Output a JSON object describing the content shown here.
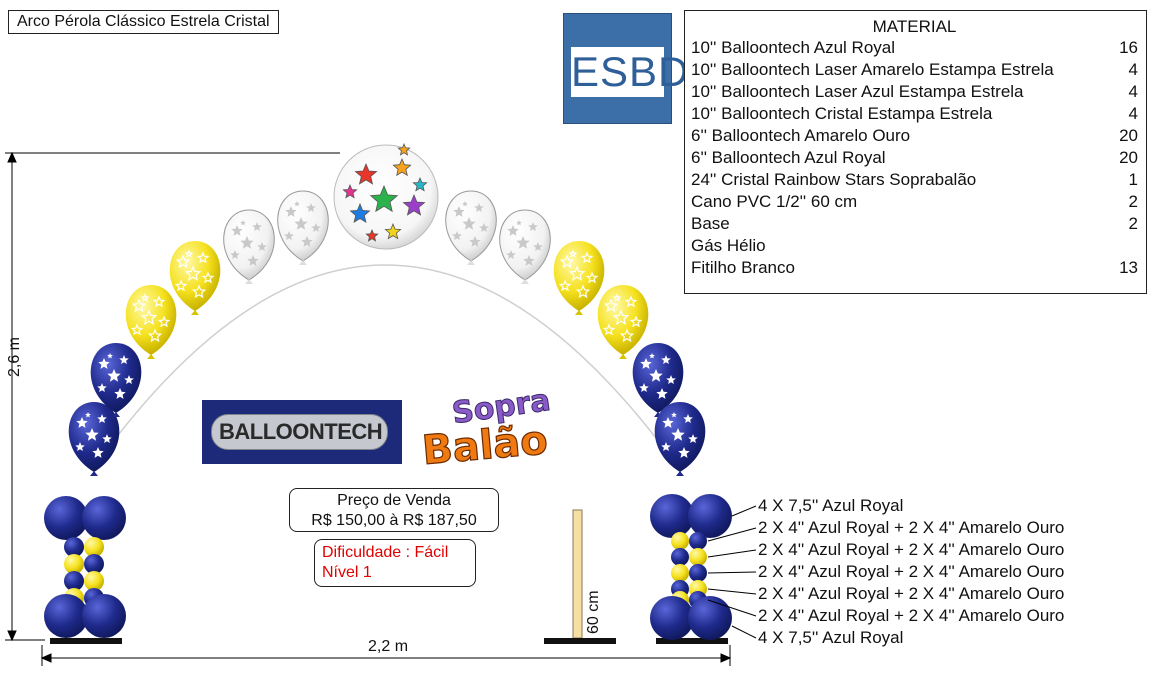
{
  "title": "Arco Pérola Clássico Estrela Cristal",
  "logo_text": "ESBD",
  "material": {
    "heading": "MATERIAL",
    "items": [
      {
        "name": "10'' Balloontech Azul Royal",
        "qty": "16"
      },
      {
        "name": "10'' Balloontech Laser Amarelo Estampa Estrela",
        "qty": "4"
      },
      {
        "name": "10'' Balloontech Laser Azul Estampa Estrela",
        "qty": "4"
      },
      {
        "name": "10'' Balloontech Cristal Estampa Estrela",
        "qty": "4"
      },
      {
        "name": "6'' Balloontech Amarelo Ouro",
        "qty": "20"
      },
      {
        "name": "6'' Balloontech Azul Royal",
        "qty": "20"
      },
      {
        "name": "24'' Cristal Rainbow Stars Soprabalão",
        "qty": "1"
      },
      {
        "name": "Cano PVC 1/2'' 60 cm",
        "qty": "2"
      },
      {
        "name": "Base",
        "qty": "2"
      },
      {
        "name": "Gás Hélio",
        "qty": ""
      },
      {
        "name": "Fitilho Branco",
        "qty": "13"
      }
    ]
  },
  "price": {
    "label": "Preço de Venda",
    "value": "R$ 150,00 à R$ 187,50"
  },
  "difficulty": {
    "label": "Dificuldade : Fácil",
    "level": "Nível 1"
  },
  "column_layers": [
    "4 X 7,5'' Azul Royal",
    "2 X 4'' Azul Royal + 2 X 4'' Amarelo Ouro",
    "2 X 4'' Azul Royal + 2 X 4'' Amarelo Ouro",
    "2 X 4'' Azul Royal + 2 X 4'' Amarelo Ouro",
    "2 X 4'' Azul Royal + 2 X 4'' Amarelo Ouro",
    "2 X 4'' Azul Royal + 2 X 4'' Amarelo Ouro",
    "4 X 7,5'' Azul Royal"
  ],
  "dimensions": {
    "height": "2,6 m",
    "width": "2,2 m",
    "pole": "60 cm"
  },
  "brand_logos": {
    "balloontech": "BALLOONTECH",
    "soprabalao_line1": "Sopra",
    "soprabalao_line2": "Balão"
  },
  "colors": {
    "royal_blue": "#1f2a8c",
    "yellow": "#f5e11e",
    "crystal": "#f4f4f4",
    "logo_blue": "#3c6ea8",
    "difficulty_red": "#e00000"
  }
}
